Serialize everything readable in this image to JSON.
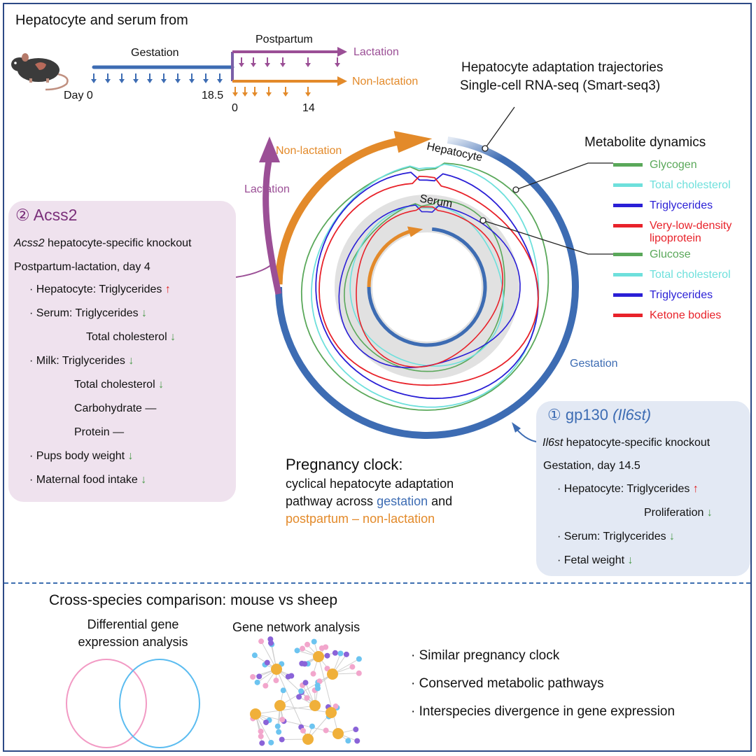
{
  "header": {
    "title": "Hepatocyte and serum from",
    "gestation_label": "Gestation",
    "postpartum_label": "Postpartum",
    "lactation_label": "Lactation",
    "non_lactation_label": "Non-lactation",
    "day0_label": "Day 0",
    "day18_label": "18.5",
    "pp0_label": "0",
    "pp14_label": "14"
  },
  "trajectories": {
    "line1": "Hepatocyte adaptation trajectories",
    "line2": "Single-cell RNA-seq (Smart-seq3)"
  },
  "clock": {
    "hepatocyte_label": "Hepatocyte",
    "serum_label": "Serum",
    "non_lactation_label": "Non-lactation",
    "lactation_label": "Lactation",
    "gestation_label": "Gestation"
  },
  "metabolites": {
    "title": "Metabolite dynamics",
    "hepatocyte_items": [
      {
        "label": "Glycogen",
        "color": "#5aa85a"
      },
      {
        "label": "Total cholesterol",
        "color": "#6ee0dc"
      },
      {
        "label": "Triglycerides",
        "color": "#2a1fd6"
      },
      {
        "label": "Very-low-density",
        "label2": "lipoprotein",
        "color": "#e8222a"
      }
    ],
    "serum_items": [
      {
        "label": "Glucose",
        "color": "#5aa85a"
      },
      {
        "label": "Total cholesterol",
        "color": "#6ee0dc"
      },
      {
        "label": "Triglycerides",
        "color": "#2a1fd6"
      },
      {
        "label": "Ketone bodies",
        "color": "#e8222a"
      }
    ]
  },
  "acss2": {
    "title": "② Acss2",
    "gene": "Acss2",
    "subtitle_rest": " hepatocyte-specific knockout",
    "condition": "Postpartum-lactation, day 4",
    "rows": [
      {
        "text": "· Hepatocyte: Triglycerides",
        "mark": "↑",
        "dir": "up"
      },
      {
        "text": "· Serum: Triglycerides",
        "mark": "↓",
        "dir": "down"
      },
      {
        "text": "Total cholesterol",
        "mark": "↓",
        "dir": "down"
      },
      {
        "text": "· Milk:  Triglycerides",
        "mark": "↓",
        "dir": "down"
      },
      {
        "text": "Total cholesterol",
        "mark": "↓",
        "dir": "down"
      },
      {
        "text": "Carbohydrate",
        "mark": "—",
        "dir": "none"
      },
      {
        "text": "Protein",
        "mark": "—",
        "dir": "none"
      },
      {
        "text": "· Pups body weight",
        "mark": "↓",
        "dir": "down"
      },
      {
        "text": "· Maternal food intake",
        "mark": "↓",
        "dir": "down"
      }
    ]
  },
  "gp130": {
    "title": "① gp130 ",
    "title_gene": "(Il6st)",
    "gene": "Il6st",
    "subtitle_rest": " hepatocyte-specific knockout",
    "condition": "Gestation, day 14.5",
    "rows": [
      {
        "text": "· Hepatocyte: Triglycerides",
        "mark": "↑",
        "dir": "up"
      },
      {
        "text": "Proliferation",
        "mark": "↓",
        "dir": "down"
      },
      {
        "text": "· Serum: Triglycerides",
        "mark": "↓",
        "dir": "down"
      },
      {
        "text": "· Fetal weight",
        "mark": "↓",
        "dir": "down"
      }
    ]
  },
  "pregnancy_clock": {
    "title": "Pregnancy clock:",
    "line1": "cyclical hepatocyte adaptation",
    "line2_a": "pathway across ",
    "line2_b": "gestation",
    "line2_c": " and",
    "line3": "postpartum – non-lactation"
  },
  "cross_species": {
    "title": "Cross-species comparison:  mouse vs sheep",
    "deg_line1": "Differential gene",
    "deg_line2": "expression analysis",
    "network_title": "Gene network analysis",
    "findings": [
      "· Similar pregnancy clock",
      "· Conserved metabolic pathways",
      "· Interspecies divergence in gene expression"
    ]
  },
  "colors": {
    "gestation": "#3d6cb3",
    "lactation": "#9b4f96",
    "non_lactation": "#e38a2a",
    "up": "#e02020",
    "down": "#4a9a4a"
  }
}
